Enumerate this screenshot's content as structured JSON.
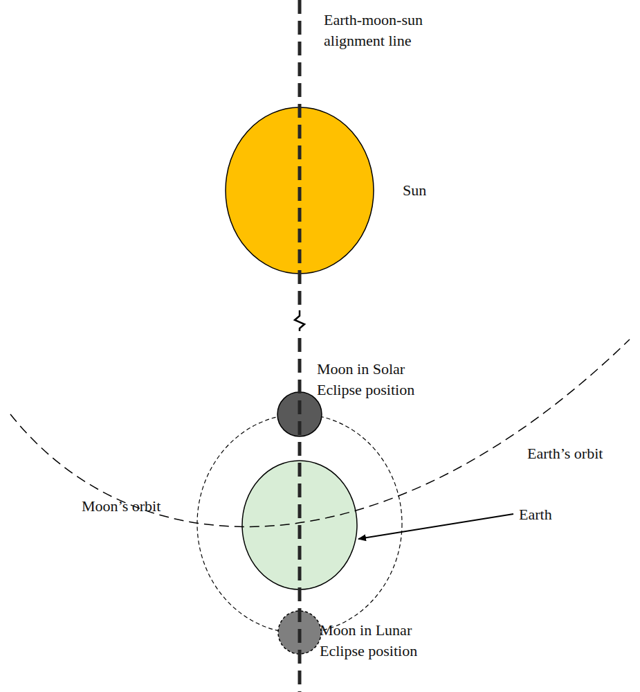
{
  "diagram": {
    "labels": [
      "Earth-moon-sun alignment line",
      "Sun",
      "Moon in Solar Eclipse position",
      "Earth’s orbit",
      "Moon’s orbit",
      "Earth",
      "Moon in Lunar Eclipse position"
    ]
  }
}
